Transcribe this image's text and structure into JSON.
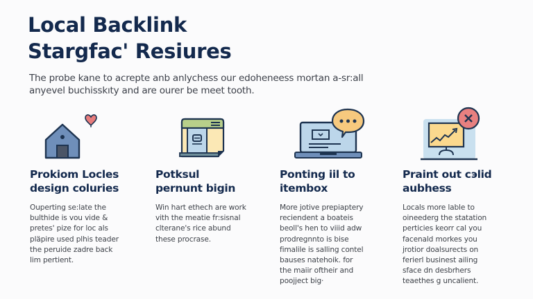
{
  "header": {
    "title_lines": [
      "Local Backlink",
      "Stargfac' Resiures"
    ],
    "intro_lines": [
      "The probe kane to acrepte anb anlychess our edoheneess mortan a-sr:all",
      "anyevel buchisskıty and are ourer be meet tooth."
    ]
  },
  "colors": {
    "title": "#13294d",
    "body_text": "#3d4148",
    "icon_outline": "#1d3350",
    "house_blue": "#6f8fba",
    "heart_pink": "#e87c7c",
    "doc_green": "#b8cf8a",
    "doc_cream": "#fbe8b5",
    "screen_blue": "#bcd6ea",
    "bubble_orange": "#f6c97e",
    "close_red": "#e88080",
    "chart_cream": "#fbd98e"
  },
  "cards": [
    {
      "icon": "house-heart-icon",
      "heading_lines": [
        "Prokiom Locles",
        "design coluries"
      ],
      "desc_lines": [
        "Ouperting se:late the",
        "bulthide is vou vide &",
        "pretes' pize for loc als",
        "pläpire used plhis teader",
        "the peruide zadre back",
        "lim pertient."
      ]
    },
    {
      "icon": "document-page-icon",
      "heading_lines": [
        "Potksul",
        "pernunt bigin"
      ],
      "desc_lines": [
        "Win hart ethech are work",
        "vith the meatie fr:sisnal",
        "clterane's rice abund",
        "these procrase."
      ]
    },
    {
      "icon": "laptop-chat-icon",
      "heading_lines": [
        "Ponting iil to",
        "itembox"
      ],
      "desc_lines": [
        "More jotive prepiaptery",
        "reciendent a boateis",
        "beoll's hen to viiid adw",
        "prodregnnto is bise",
        "fimalile is salling contel",
        "bauses natehoik. for",
        "the maiir oftheir and",
        "poojject big·"
      ]
    },
    {
      "icon": "chart-monitor-close-icon",
      "heading_lines": [
        "Praint out cэlid",
        "aubhess"
      ],
      "desc_lines": [
        "Locals more lable to",
        "oineederg the statation",
        "perticies keorr cal you",
        "facenald morkes you",
        "jrotior doalsurects on",
        "ferierl businest ailing",
        "sface dn desbrhers",
        "teaethes g uncalient."
      ]
    }
  ]
}
